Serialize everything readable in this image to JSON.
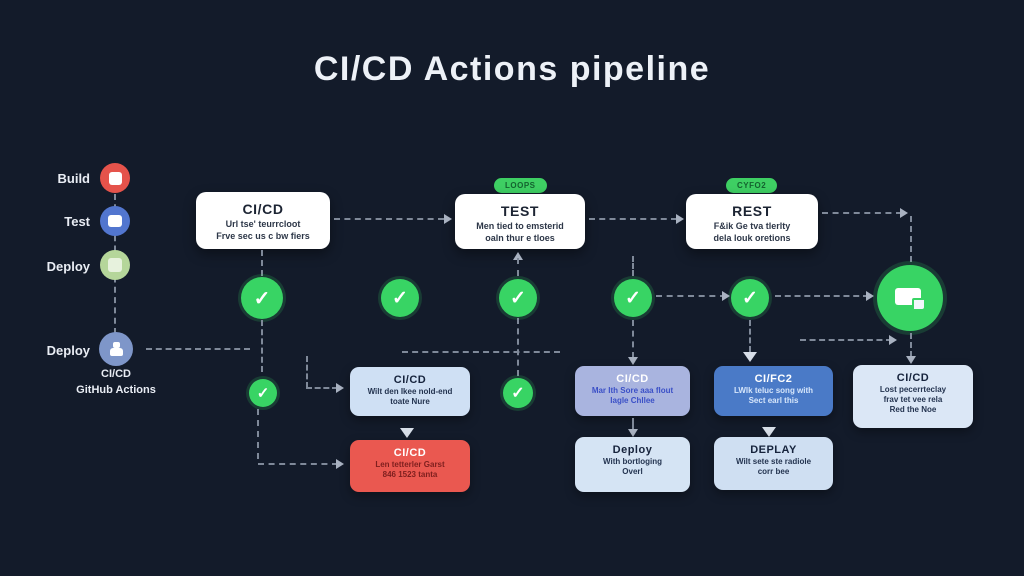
{
  "title": "CI/CD Actions pipeline",
  "colors": {
    "background": "#131b2a",
    "green": "#38d464",
    "red": "#ea5850",
    "blue": "#4a7ac7",
    "lavender": "#a9b4df",
    "lightblue": "#cfe0f4",
    "white": "#ffffff"
  },
  "icons": {
    "check": "✓"
  },
  "sidebar": {
    "steps": [
      {
        "label": "Build",
        "color": "#e5534b",
        "icon": "package-icon"
      },
      {
        "label": "Test",
        "color": "#5276cf",
        "icon": "archive-icon"
      },
      {
        "label": "Deploy",
        "color": "#b5d69a",
        "icon": "window-icon"
      },
      {
        "label": "Deploy",
        "color": "#7e96c9",
        "icon": "user-icon"
      }
    ],
    "caption_line1": "CI/CD",
    "caption_line2": "GitHub Actions"
  },
  "stages": [
    {
      "title": "CI/CD",
      "line1": "Url tse' teurrcloot",
      "line2": "Frve sec us c bw fiers"
    },
    {
      "badge": "LOOPS",
      "title": "TEST",
      "line1": "Men tied to emsterid",
      "line2": "oaln thur e tloes"
    },
    {
      "badge": "CYFO2",
      "title": "REST",
      "line1": "F&ik Ge tva tlerlty",
      "line2": "dela louk oretions"
    }
  ],
  "jobs": {
    "ci_light": {
      "title": "CI/CD",
      "line1": "Wilt den Ikee nold-end",
      "line2": "toate Nure"
    },
    "ci_red": {
      "title": "CI/CD",
      "line1": "Len tetterler Garst",
      "line2": "846 1523 tanta"
    },
    "ci_lavender": {
      "title": "CI/CD",
      "line1": "Mar Ith Sore aaa flout",
      "line2": "Iagle Chllee"
    },
    "ci_blue": {
      "title": "CI/FC2",
      "line1": "LWlk teluc song with",
      "line2": "Sect earl this"
    },
    "ci_right": {
      "title": "CI/CD",
      "line1": "Lost pecerrteclay",
      "line2": "frav tet vee rela",
      "line3": "Red the Noe"
    },
    "deploy_a": {
      "title": "Deploy",
      "line1": "With bortloging",
      "line2": "Overl"
    },
    "deploy_b": {
      "title": "DEPLAY",
      "line1": "Wilt sete ste radiole",
      "line2": "corr bee"
    }
  }
}
